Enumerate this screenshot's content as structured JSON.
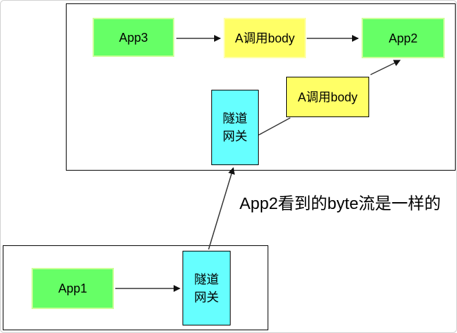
{
  "annotation": "App2看到的byte流是一样的",
  "nodes": {
    "app3": {
      "label": "App3"
    },
    "call_body_top": {
      "label": "A调用body"
    },
    "app2": {
      "label": "App2"
    },
    "call_body_mid": {
      "label": "A调用body"
    },
    "tunnel_gateway_top": {
      "label": "隧道\n网关"
    },
    "app1": {
      "label": "App1"
    },
    "tunnel_gateway_bottom": {
      "label": "隧道\n网关"
    }
  },
  "colors": {
    "green": "#66ff66",
    "green_border": "#ccff99",
    "yellow": "#ffff66",
    "yellow_border": "#ffffaa",
    "cyan": "#66ffff",
    "line": "#333333"
  }
}
